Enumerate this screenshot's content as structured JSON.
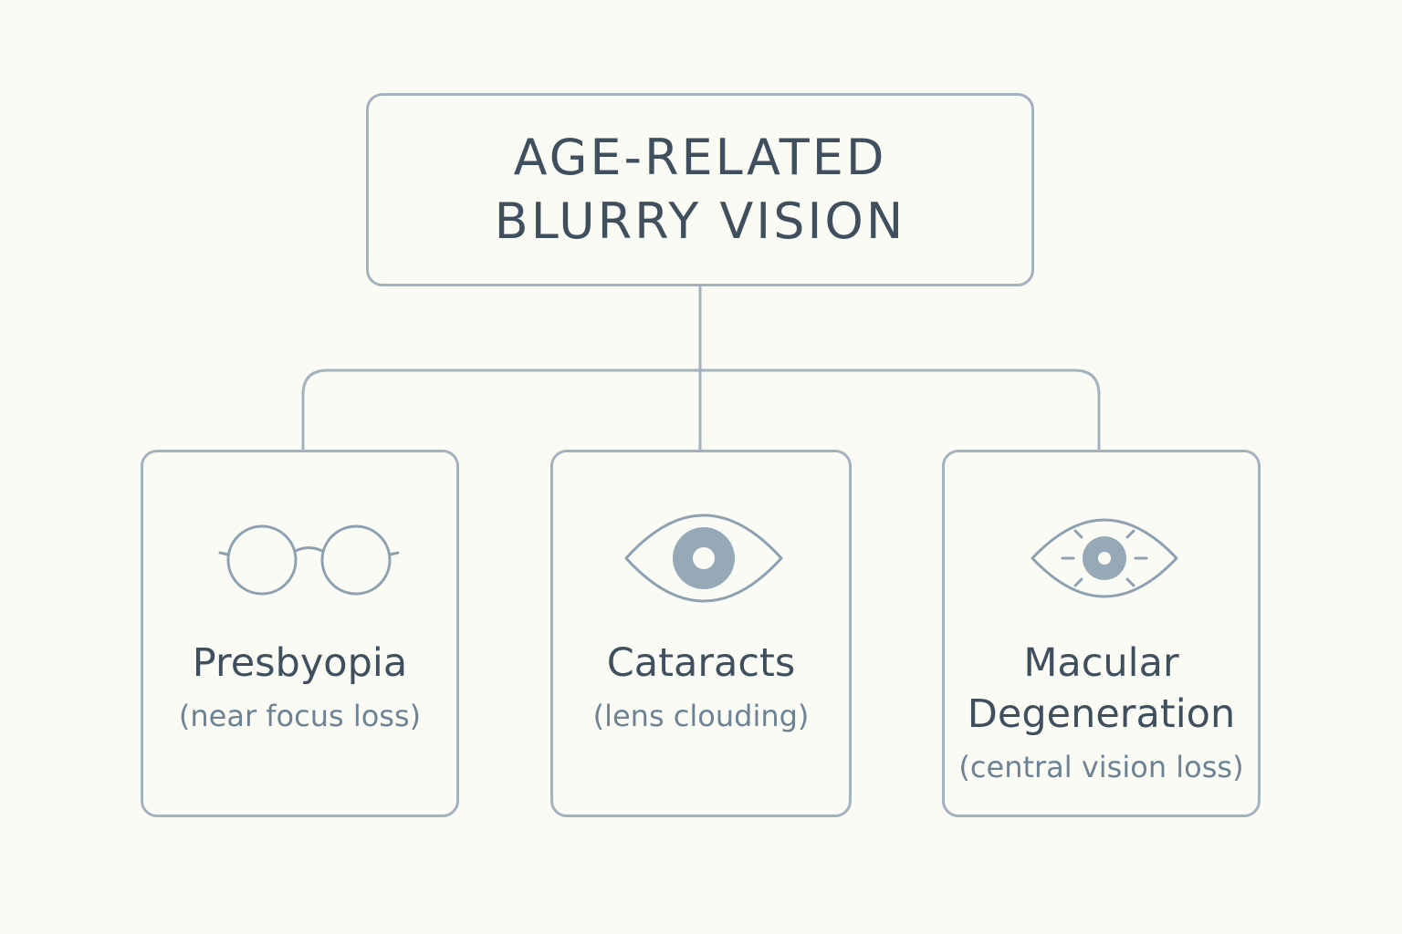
{
  "root": {
    "line1": "AGE-RELATED",
    "line2": "BLURRY VISION"
  },
  "conditions": [
    {
      "icon": "glasses-icon",
      "title_lines": [
        "Presbyopia"
      ],
      "subtitle": "(near focus loss)"
    },
    {
      "icon": "eye-icon",
      "title_lines": [
        "Cataracts"
      ],
      "subtitle": "(lens clouding)"
    },
    {
      "icon": "eye-rays-icon",
      "title_lines": [
        "Macular",
        "Degeneration"
      ],
      "subtitle": "(central vision loss)"
    }
  ],
  "colors": {
    "background": "#fbfbf6",
    "outline": "#a3b2bd",
    "title_text": "#3f4f5e",
    "subtitle_text": "#6d8293",
    "icon_stroke": "#8ea1b0",
    "icon_fill": "#95a9b7"
  }
}
